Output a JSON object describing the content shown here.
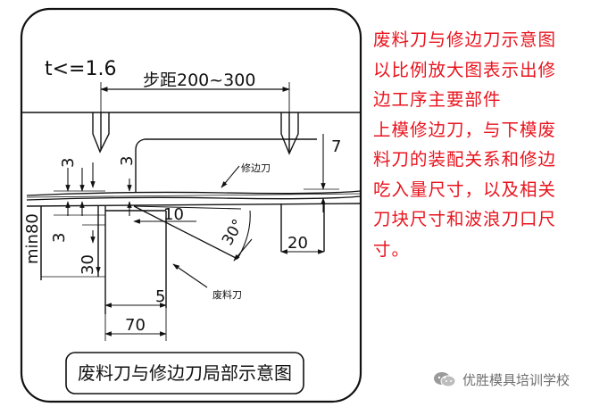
{
  "drawing": {
    "thickness_label": "t<=1.6",
    "pitch_label": "步距200~300",
    "dim_7": "7",
    "dim_3_a": "3",
    "dim_3_b": "3",
    "dim_3_c": "3",
    "dim_min80": "min80",
    "dim_10": "10",
    "dim_30deg": "30°",
    "dim_20": "20",
    "dim_30": "30",
    "dim_5": "5",
    "dim_70": "70",
    "trim_knife_label": "修边刀",
    "scrap_knife_label": "废料刀",
    "caption": "废料刀与修边刀局部示意图"
  },
  "description": {
    "lines": [
      "废料刀与修边刀示意图",
      "以比例放大图表示出修",
      "边工序主要部件",
      "上模修边刀，与下模废",
      "料刀的装配关系和修边",
      "吃入量尺寸，以及相关",
      "刀块尺寸和波浪刀口尺",
      "寸。"
    ],
    "color": "#e8141e"
  },
  "watermark": {
    "icon": "wechat-icon",
    "text": "优胜模具培训学校"
  }
}
